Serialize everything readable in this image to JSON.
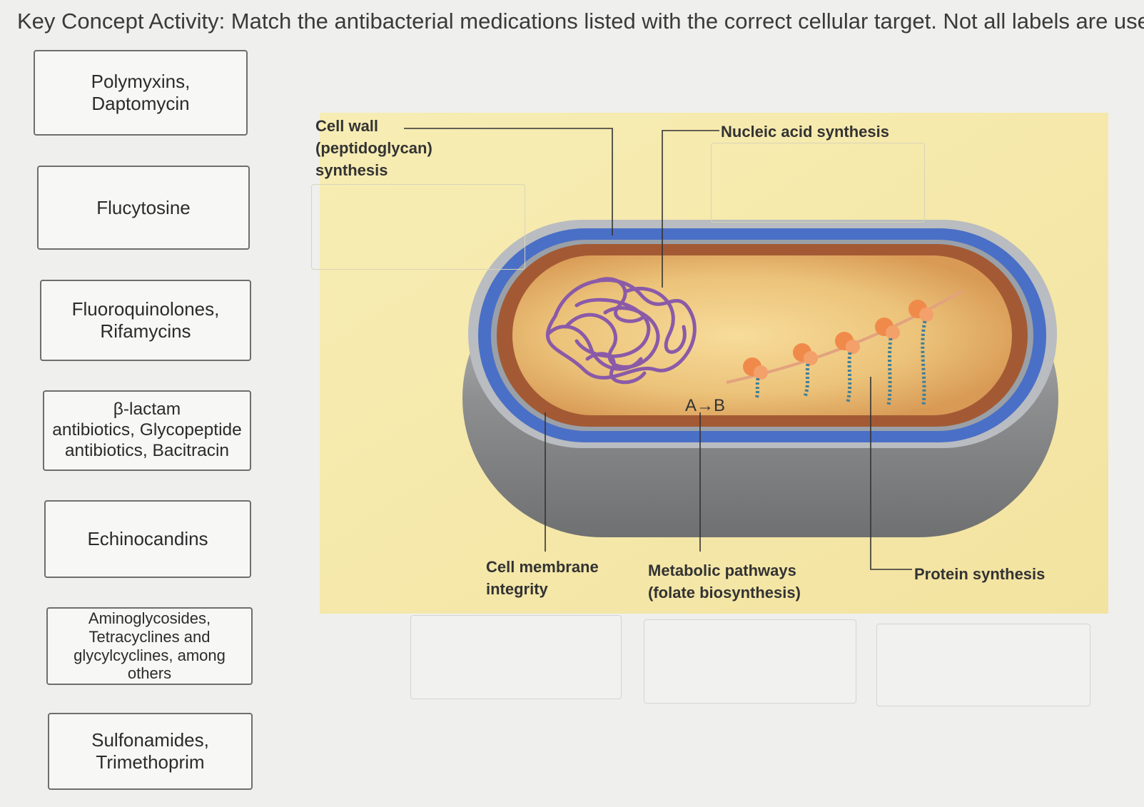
{
  "instructions": "Key Concept Activity: Match the antibacterial medications listed with the correct cellular target. Not all labels are used",
  "labels": [
    "Polymyxins,\nDaptomycin",
    "Flucytosine",
    "Fluoroquinolones,\nRifamycins",
    "β-lactam\nantibiotics, Glycopeptide\nantibiotics, Bacitracin",
    "Echinocandins",
    "Aminoglycosides,\nTetracyclines and\nglycylcyclines, among\nothers",
    "Sulfonamides,\nTrimethoprim"
  ],
  "targets": {
    "cell_wall": "Cell wall\n(peptidoglycan)\nsynthesis",
    "nucleic_acid": "Nucleic acid synthesis",
    "cell_membrane": "Cell membrane\nintegrity",
    "metabolic": "Metabolic pathways\n(folate biosynthesis)",
    "protein": "Protein synthesis",
    "reaction": "A→B"
  },
  "colors": {
    "figure_bg": "#f6e9a6",
    "outer_gray": "#8f9091",
    "blue_layer": "#4a6fc6",
    "brown_layer": "#a35a34",
    "cytoplasm": "#e9b86a",
    "dna": "#8a5aa8",
    "ribosome": "#f08a4a"
  }
}
